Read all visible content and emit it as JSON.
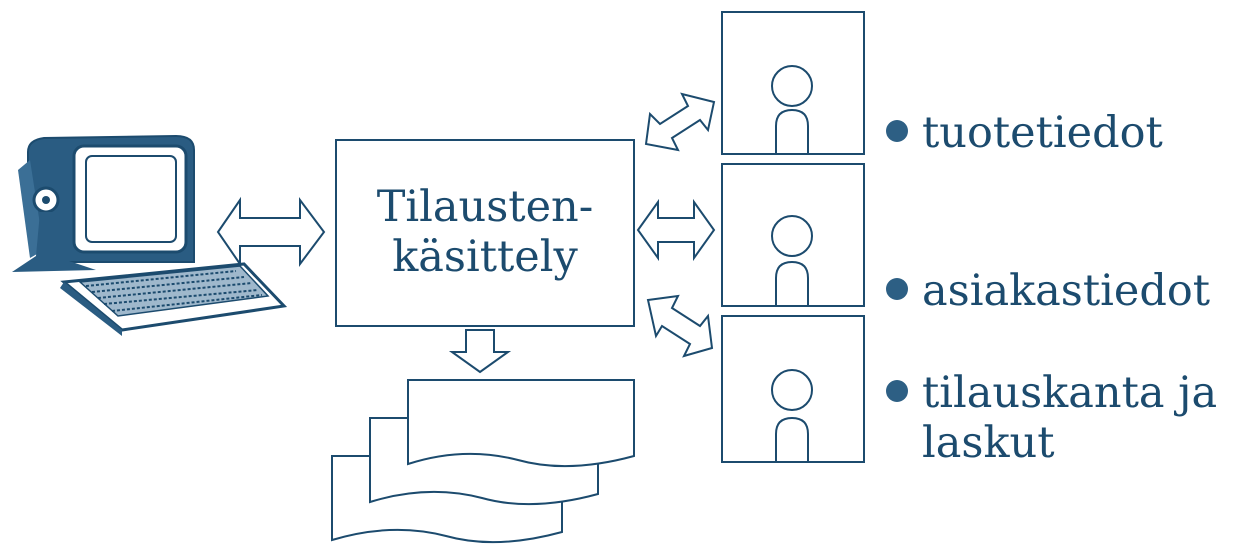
{
  "process": {
    "line1": "Tilausten-",
    "line2": "käsittely"
  },
  "databases": [
    {
      "label": "tuotetiedot",
      "icon": "floppy-disk-icon"
    },
    {
      "label": "asiakastiedot",
      "icon": "floppy-disk-icon"
    },
    {
      "label_line1": "tilauskanta ja",
      "label_line2": "laskut",
      "icon": "floppy-disk-icon"
    }
  ],
  "colors": {
    "ink": "#1c4b6e",
    "dot": "#2d5f84",
    "terminal": "#245a80"
  }
}
